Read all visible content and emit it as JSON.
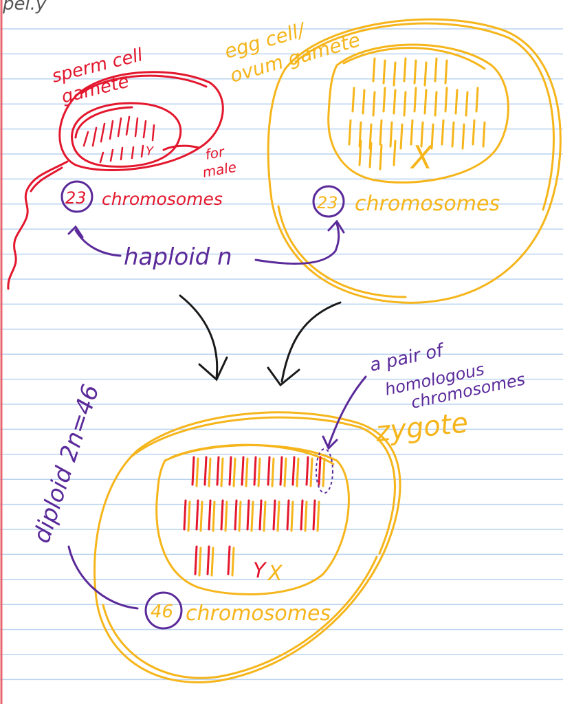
{
  "colors": {
    "paper": "#ffffff",
    "rule_line": "#b9d3f0",
    "margin_line": "#e8676f",
    "sperm": "#e3172d",
    "egg": "#f5b51b",
    "annotation": "#5b2a9a",
    "arrow": "#1a1a1a"
  },
  "header_fragment": "pei.y",
  "sperm": {
    "title_line1": "sperm cell",
    "title_line2": "gamete",
    "sex_chromosome": "Y",
    "note_line1": "for",
    "note_line2": "male",
    "count": "23",
    "count_label": "chromosomes"
  },
  "egg": {
    "title_line1": "egg cell/",
    "title_line2": "ovum gamete",
    "sex_chromosome": "X",
    "count": "23",
    "count_label": "chromosomes"
  },
  "haploid": {
    "label": "haploid n"
  },
  "zygote": {
    "label": "zygote",
    "note_line1": "a pair of",
    "note_line2": "homologous",
    "note_line3": "chromosomes",
    "sex_chromosome_y": "Y",
    "sex_chromosome_x": "X",
    "count": "46",
    "count_label": "chromosomes",
    "diploid_label": "diploid 2n=46"
  },
  "icons": [
    "arrow-down-left-icon",
    "arrow-down-right-icon",
    "pointer-arrow-icon"
  ]
}
